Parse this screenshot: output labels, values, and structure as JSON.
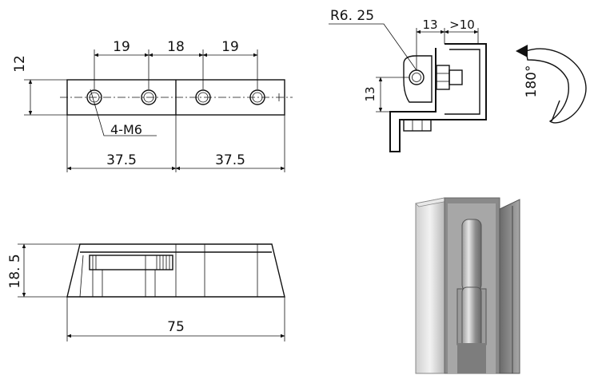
{
  "top_view": {
    "dim_spacing_a": "19",
    "dim_spacing_b": "18",
    "dim_spacing_c": "19",
    "dim_height": "12",
    "hole_callout": "4-M6",
    "dim_half_left": "37.5",
    "dim_half_right": "37.5"
  },
  "end_view": {
    "dim_radius": "R6. 25",
    "dim_offset": "13",
    "dim_clearance": ">10",
    "dim_vertical": "13",
    "rotation_label": "180°"
  },
  "front_view": {
    "dim_height": "18. 5",
    "dim_length": "75"
  },
  "render_3d": {
    "description_icon": "hinge-3d-render"
  }
}
